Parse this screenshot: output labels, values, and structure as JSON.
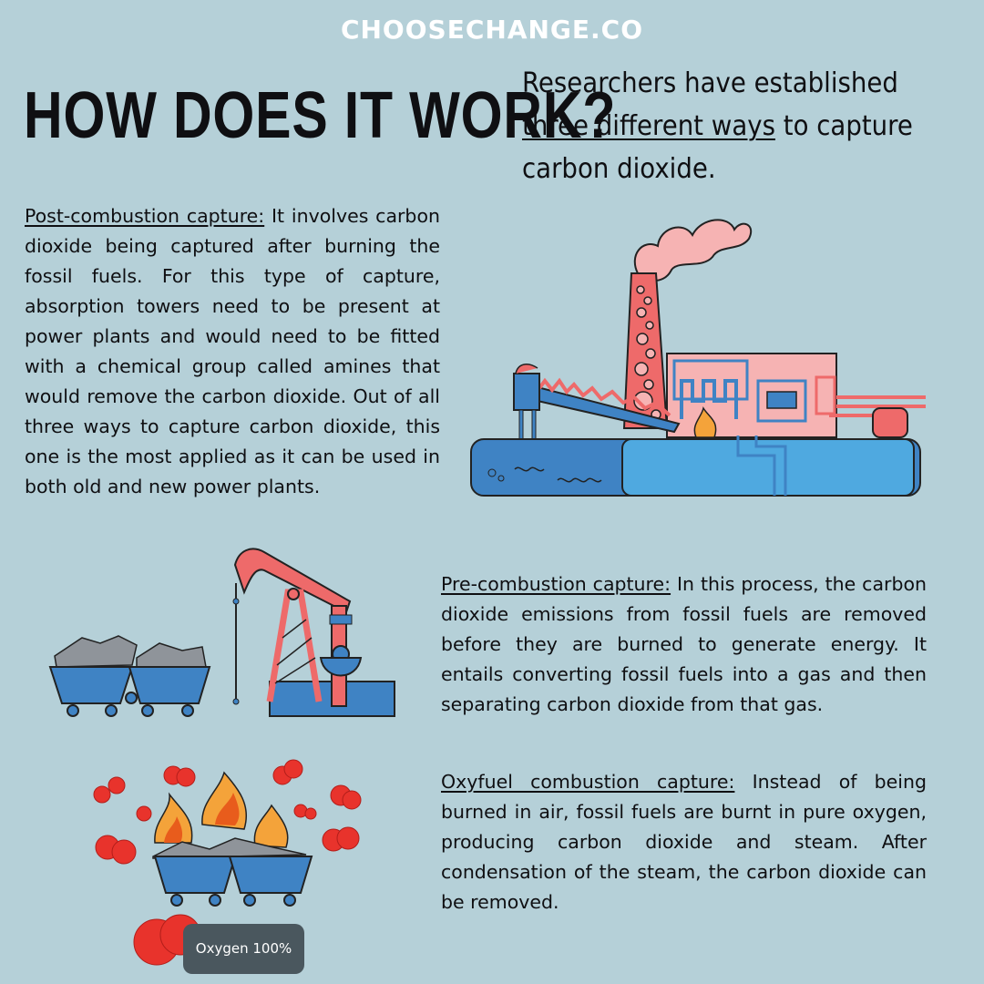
{
  "brand": "CHOOSECHANGE.CO",
  "title": "HOW DOES IT WORK?",
  "intro": {
    "before": "Researchers have established ",
    "link": "three different ways",
    "after": " to capture carbon dioxide."
  },
  "sections": {
    "post": {
      "label": "Post-combustion capture:",
      "body": " It involves carbon dioxide being captured after burning the fossil fuels. For this type of capture, absorption towers need to be present at power plants and would need to be fitted with a chemical group called amines that would remove the carbon dioxide. Out of all three ways to capture carbon dioxide, this one is the most applied as it can be used in both old and new power plants."
    },
    "pre": {
      "label": "Pre-combustion capture:",
      "body": " In this process, the carbon dioxide emissions from fossil fuels are removed before they are burned to generate energy. It entails converting fossil fuels into a gas and then separating carbon dioxide from that gas."
    },
    "oxy": {
      "label": "Oxyfuel combustion capture:",
      "body": " Instead of being burned in air, fossil fuels are burnt in pure oxygen, producing carbon dioxide and steam. After condensation of the steam, the carbon dioxide can be removed."
    }
  },
  "badge": "Oxygen 100%",
  "colors": {
    "background": "#b5d0d8",
    "blue": "#3f83c4",
    "light_blue": "#4fa9e0",
    "red": "#ee6a6a",
    "pink": "#f6b3b3",
    "oxygen_red": "#e8332c",
    "badge": "#4a575e"
  },
  "icons": [
    "power-plant-icon",
    "oil-pump-icon",
    "coal-cart-icon",
    "flame-icon",
    "oxygen-bubble-icon"
  ]
}
